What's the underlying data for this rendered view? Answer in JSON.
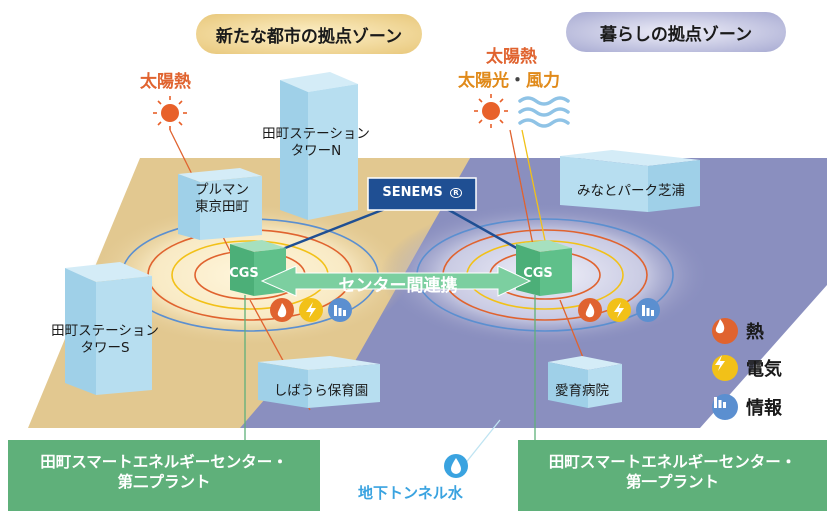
{
  "zones": {
    "left_title": "新たな都市の拠点ゾーン",
    "right_title": "暮らしの拠点ゾーン"
  },
  "sources": {
    "left_solar_heat": "太陽熱",
    "right_solar_heat": "太陽熱",
    "right_pv_wind_a": "太陽光",
    "right_pv_wind_sep": "・",
    "right_pv_wind_b": "風力"
  },
  "buildings": {
    "tower_n": [
      "田町ステーション",
      "タワーN"
    ],
    "pullman": [
      "プルマン",
      "東京田町"
    ],
    "tower_s": [
      "田町ステーション",
      "タワーS"
    ],
    "minato_park": "みなとパーク芝浦",
    "nursery": "しばうら保育園",
    "hospital": "愛育病院"
  },
  "system": {
    "senems": "SENEMS",
    "senems_mark": "R",
    "cgs_left": "CGS",
    "cgs_right": "CGS",
    "link": "センター間連携"
  },
  "plants": {
    "second": [
      "田町スマートエネルギーセンター・",
      "第二プラント"
    ],
    "first": [
      "田町スマートエネルギーセンター・",
      "第一プラント"
    ],
    "groundwater": "地下トンネル水"
  },
  "legend": [
    {
      "label": "熱",
      "icon": "flame-icon",
      "color": "#e0632f"
    },
    {
      "label": "電気",
      "icon": "lightning-icon",
      "color": "#f2c118"
    },
    {
      "label": "情報",
      "icon": "bar-chart-icon",
      "color": "#5b8fd0"
    }
  ],
  "colors": {
    "left_ground": "#e2c890",
    "right_ground": "#8a8fbf",
    "building": "#b7def0",
    "cgs": "#5fc08a",
    "senems": "#1f4f93",
    "plant": "#5fb07a",
    "heat_line": "#e0632f",
    "power_line": "#f2c118",
    "info_line": "#5b8fd0"
  }
}
